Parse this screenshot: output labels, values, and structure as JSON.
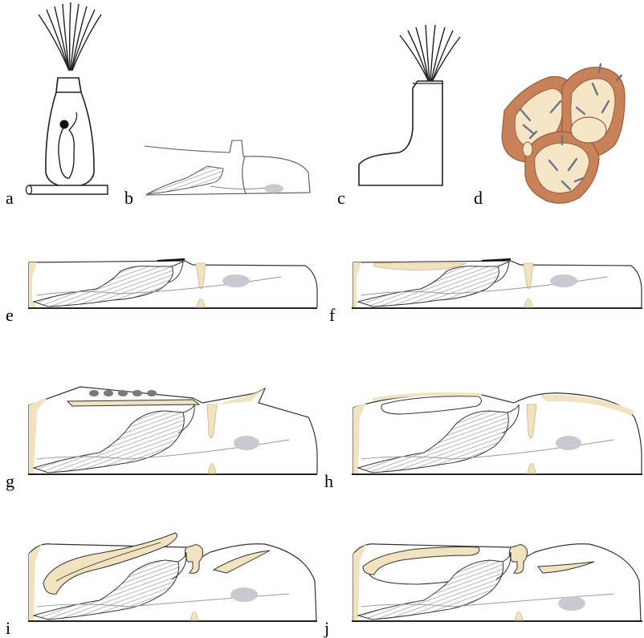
{
  "panels": [
    {
      "id": "a",
      "label": "a"
    },
    {
      "id": "b",
      "label": "b"
    },
    {
      "id": "c",
      "label": "c"
    },
    {
      "id": "d",
      "label": "d"
    },
    {
      "id": "e",
      "label": "e"
    },
    {
      "id": "f",
      "label": "f"
    },
    {
      "id": "g",
      "label": "g"
    },
    {
      "id": "h",
      "label": "h"
    },
    {
      "id": "i",
      "label": "i"
    },
    {
      "id": "j",
      "label": "j"
    }
  ],
  "colors": {
    "line": "#222222",
    "cuticle": "#f2e3c0",
    "cuticle_edge": "#d9c49a",
    "nucleus": "#c9c9d2",
    "muscle": "#9a9a9a",
    "statoblast_outer": "#c8825a",
    "statoblast_inner": "#f6e6c8",
    "statoblast_spine": "#6e7488",
    "pore": "#7a7a7a"
  }
}
